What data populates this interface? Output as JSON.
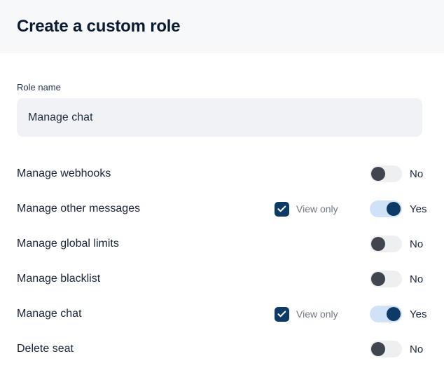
{
  "header": {
    "title": "Create a custom role"
  },
  "form": {
    "role_name_label": "Role name",
    "role_name_value": "Manage chat",
    "role_name_placeholder": "Role name"
  },
  "labels": {
    "view_only": "View only",
    "yes": "Yes",
    "no": "No"
  },
  "colors": {
    "header_background": "#f6f8fa",
    "title_text": "#0b1b33",
    "input_background": "#f1f2f5",
    "accent_navy": "#0d3b66",
    "toggle_on_track": "#cfe2f7",
    "toggle_off_track": "#eeeff1",
    "toggle_off_knob": "#41454f",
    "muted_text": "#6f7785"
  },
  "permissions": [
    {
      "label": "Manage webhooks",
      "has_view_only": false,
      "view_only_checked": false,
      "enabled": false,
      "state_text": "No"
    },
    {
      "label": "Manage other messages",
      "has_view_only": true,
      "view_only_checked": true,
      "enabled": true,
      "state_text": "Yes"
    },
    {
      "label": "Manage global limits",
      "has_view_only": false,
      "view_only_checked": false,
      "enabled": false,
      "state_text": "No"
    },
    {
      "label": "Manage blacklist",
      "has_view_only": false,
      "view_only_checked": false,
      "enabled": false,
      "state_text": "No"
    },
    {
      "label": "Manage chat",
      "has_view_only": true,
      "view_only_checked": true,
      "enabled": true,
      "state_text": "Yes"
    },
    {
      "label": "Delete seat",
      "has_view_only": false,
      "view_only_checked": false,
      "enabled": false,
      "state_text": "No"
    }
  ]
}
